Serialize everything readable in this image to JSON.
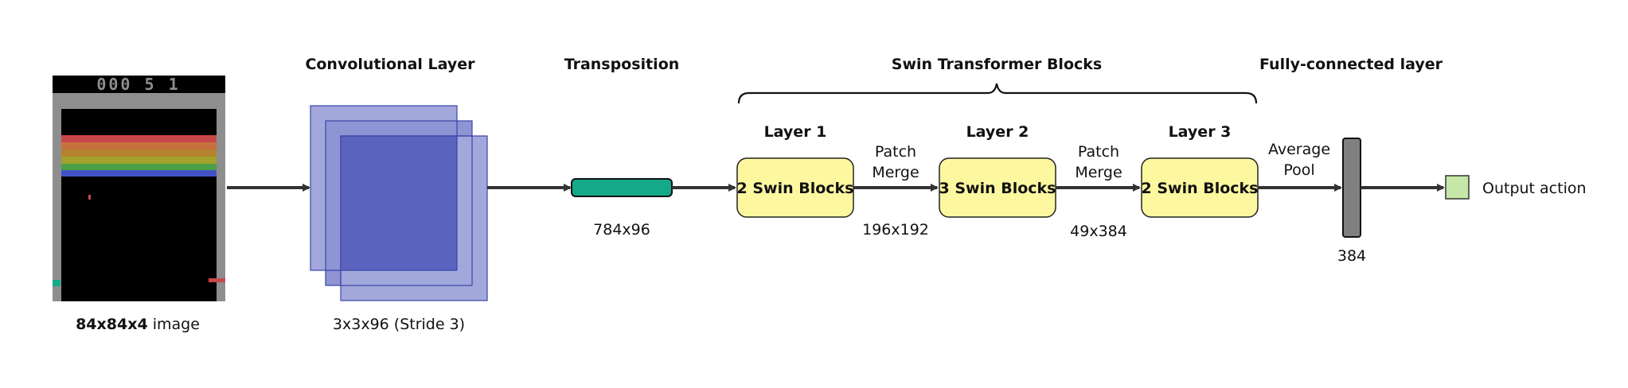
{
  "input": {
    "score_text": "000  5  1",
    "caption_bold": "84x84x4",
    "caption_rest": " image"
  },
  "conv": {
    "title": "Convolutional Layer",
    "caption": "3x3x96 (Stride 3)"
  },
  "transposition": {
    "title": "Transposition",
    "dims": "784x96"
  },
  "swin": {
    "group_title": "Swin Transformer Blocks",
    "layers": [
      {
        "label": "Layer 1",
        "block": "2 Swin Blocks"
      },
      {
        "label": "Layer 2",
        "block": "3 Swin Blocks"
      },
      {
        "label": "Layer 3",
        "block": "2 Swin Blocks"
      }
    ],
    "merges": [
      {
        "line1": "Patch",
        "line2": "Merge",
        "dims": "196x192"
      },
      {
        "line1": "Patch",
        "line2": "Merge",
        "dims": "49x384"
      }
    ]
  },
  "fc": {
    "title": "Fully-connected layer",
    "pool_line1": "Average",
    "pool_line2": "Pool",
    "dims": "384"
  },
  "output": {
    "label": "Output action"
  },
  "colors": {
    "conv_fill": "#a3a8dc",
    "conv_fill_dark": "#5a63be",
    "conv_stroke": "#3a44a8",
    "transposition": "#13a989",
    "swin_block": "#fdf8a0",
    "fc_bar": "#808080",
    "output": "#c6e7a7",
    "arrow": "#333333",
    "rainbow": [
      "#c8484a",
      "#c6703e",
      "#b3832e",
      "#a3a12a",
      "#48a048",
      "#4452c8"
    ]
  }
}
